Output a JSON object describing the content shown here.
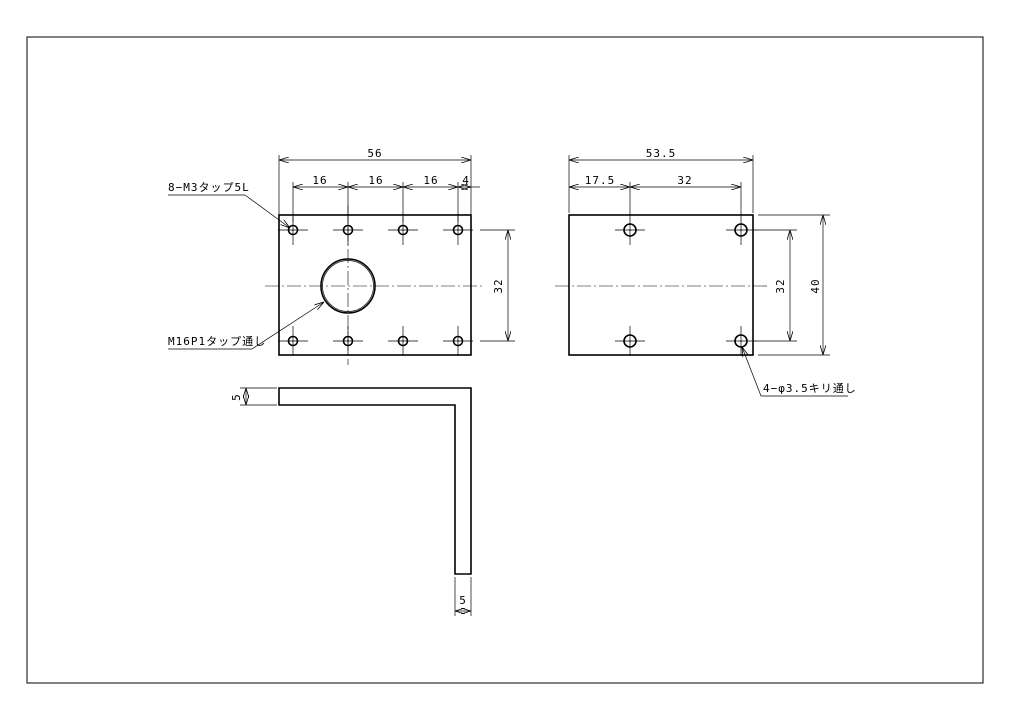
{
  "front_view": {
    "overall_width": "56",
    "pitch_1": "16",
    "pitch_2": "16",
    "pitch_3": "16",
    "edge_offset": "4",
    "hole_pitch_vertical": "32",
    "tapped_holes_note": "8−M3タップ5L",
    "center_hole_note": "M16P1タップ通し"
  },
  "side_view": {
    "overall_width": "53.5",
    "edge_offset": "17.5",
    "hole_pitch_horizontal": "32",
    "hole_pitch_vertical": "32",
    "overall_height": "40",
    "holes_note": "4−φ3.5キリ通し"
  },
  "section_view": {
    "top_thickness": "5",
    "side_thickness": "5"
  }
}
